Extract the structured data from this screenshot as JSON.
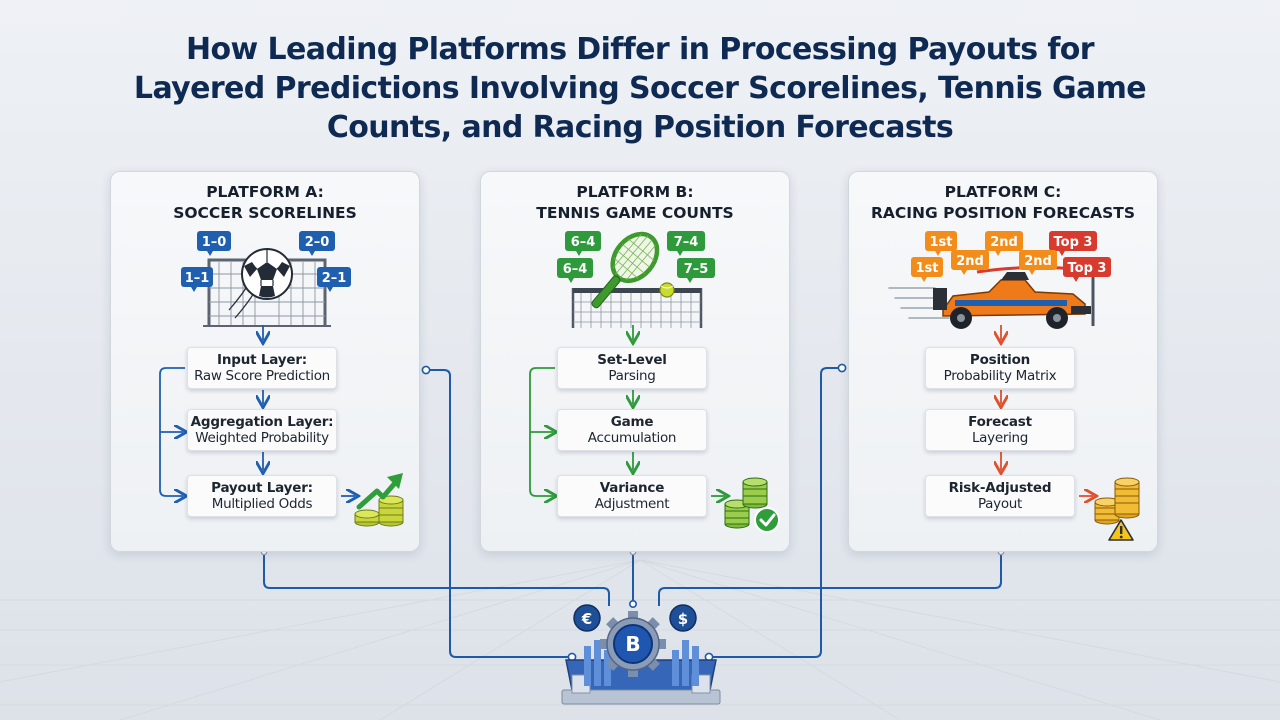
{
  "title": {
    "line1": "How Leading Platforms Differ in Processing Payouts for",
    "line2": "Layered Predictions Involving Soccer Scorelines, Tennis Game",
    "line3": "Counts, and Racing Position Forecasts"
  },
  "colors": {
    "soccer_accent": "#1f5fb0",
    "tennis_accent": "#2e9a3c",
    "racing_accent": "#e0502c",
    "title_color": "#0f2a52",
    "wire_color": "#1e5aa8"
  },
  "panels": [
    {
      "title_line1": "PLATFORM A:",
      "title_line2": "SOCCER SCORELINES",
      "illustration": "soccer-ball-goal-icon",
      "tags": [
        "1–0",
        "2–0",
        "1–1",
        "2–1"
      ],
      "layers": [
        {
          "line1": "Input Layer:",
          "line2": "Raw Score Prediction"
        },
        {
          "line1": "Aggregation Layer:",
          "line2": "Weighted Probability"
        },
        {
          "line1": "Payout Layer:",
          "line2": "Multiplied Odds"
        }
      ],
      "result_icon": "coins-growth-arrow-icon"
    },
    {
      "title_line1": "PLATFORM B:",
      "title_line2": "TENNIS GAME COUNTS",
      "illustration": "tennis-racket-net-icon",
      "tags": [
        "6–4",
        "7–4",
        "6–4",
        "7–5"
      ],
      "layers": [
        {
          "line1": "Set-Level",
          "line2": "Parsing"
        },
        {
          "line1": "Game",
          "line2": "Accumulation"
        },
        {
          "line1": "Variance",
          "line2": "Adjustment"
        }
      ],
      "result_icon": "coins-checkmark-icon"
    },
    {
      "title_line1": "PLATFORM C:",
      "title_line2": "RACING POSITION FORECASTS",
      "illustration": "race-car-icon",
      "tags": [
        "1st",
        "2nd",
        "Top 3",
        "1st",
        "2nd",
        "2nd",
        "Top 3"
      ],
      "layers": [
        {
          "line1": "Position",
          "line2": "Probability Matrix"
        },
        {
          "line1": "Forecast",
          "line2": "Layering"
        },
        {
          "line1": "Risk-Adjusted",
          "line2": "Payout"
        }
      ],
      "result_icon": "coins-warning-icon"
    }
  ],
  "hub": {
    "name": "payout-processing-hub",
    "icons": [
      "euro-coin-icon",
      "bitcoin-gear-icon",
      "dollar-coin-icon"
    ],
    "symbols": {
      "euro": "€",
      "bitcoin": "B",
      "dollar": "$"
    }
  }
}
